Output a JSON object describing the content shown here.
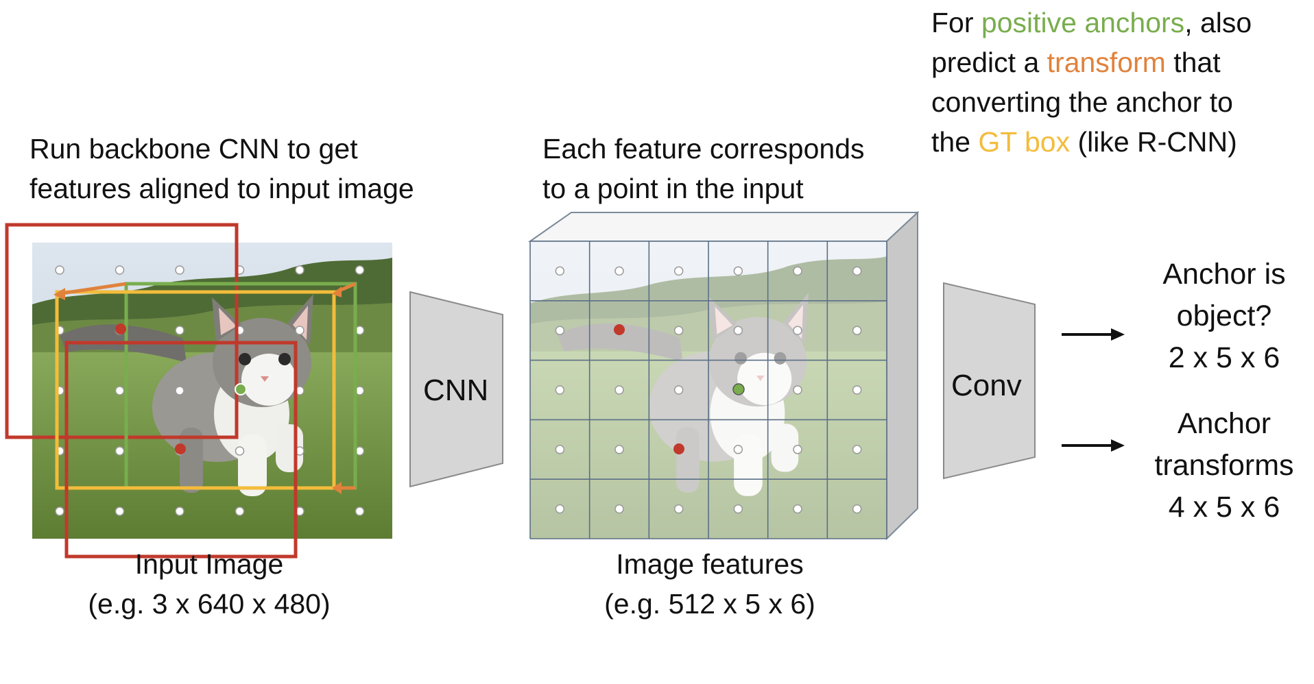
{
  "captions": {
    "backbone": {
      "line1": "Run backbone CNN to get",
      "line2": "features aligned to input image"
    },
    "feature": {
      "line1": "Each feature corresponds",
      "line2": "to a point in the input"
    },
    "positive": {
      "p1": "For ",
      "p1_hl": "positive anchors",
      "p1_end": ", also",
      "p2": "predict a ",
      "p2_hl": "transform",
      "p2_end": " that",
      "p3": "converting the anchor to",
      "p4": "the ",
      "p4_hl": "GT box",
      "p4_end": " (like R-CNN)"
    }
  },
  "blocks": {
    "cnn": "CNN",
    "conv": "Conv"
  },
  "input_image": {
    "label": "Input Image",
    "dims": "(e.g. 3 x 640 x 480)"
  },
  "features": {
    "label": "Image features",
    "dims": "(e.g. 512 x 5 x 6)",
    "grid_rows": 5,
    "grid_cols": 6
  },
  "outputs": {
    "objectness": {
      "line1": "Anchor is",
      "line2": "object?",
      "line3": "2 x 5 x 6"
    },
    "transforms": {
      "line1": "Anchor",
      "line2": "transforms",
      "line3": "4 x 5 x 6"
    }
  },
  "colors": {
    "positive": "#79ad4e",
    "transform": "#e0823c",
    "gt_box": "#f3bc3b",
    "negative_anchor": "#c0392b",
    "block_fill": "#d6d6d6"
  },
  "icons": [
    "kitten-photo",
    "arrow-right-icon"
  ]
}
